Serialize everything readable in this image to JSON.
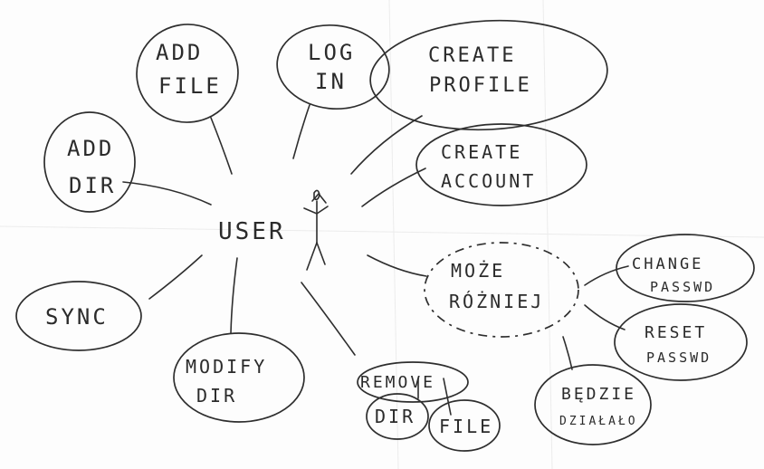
{
  "diagram": {
    "actor": {
      "label": "USER",
      "icon": "stick-figure-icon"
    },
    "use_cases": [
      {
        "id": "add-file",
        "lines": [
          "ADD",
          "FILE"
        ]
      },
      {
        "id": "log-in",
        "lines": [
          "LOG",
          "IN"
        ]
      },
      {
        "id": "create-profile",
        "lines": [
          "CREATE",
          "PROFILE"
        ]
      },
      {
        "id": "create-account",
        "lines": [
          "CREATE",
          "ACCOUNT"
        ]
      },
      {
        "id": "add-dir",
        "lines": [
          "ADD",
          "DIR"
        ]
      },
      {
        "id": "sync",
        "lines": [
          "SYNC"
        ]
      },
      {
        "id": "modify-dir",
        "lines": [
          "MODIFY",
          "DIR"
        ]
      },
      {
        "id": "remove",
        "lines": [
          "REMOVE"
        ]
      },
      {
        "id": "remove-dir",
        "lines": [
          "DIR"
        ]
      },
      {
        "id": "remove-file",
        "lines": [
          "FILE"
        ]
      },
      {
        "id": "moze-rozniej",
        "lines": [
          "MOŻE",
          "RÓŻNIEJ"
        ]
      },
      {
        "id": "change-passwd",
        "lines": [
          "CHANGE",
          "PASSWD"
        ]
      },
      {
        "id": "reset-passwd",
        "lines": [
          "RESET",
          "PASSWD"
        ]
      },
      {
        "id": "bedzie-dzialalo",
        "lines": [
          "BĘDZIE",
          "DZIAŁAŁO"
        ]
      }
    ]
  }
}
